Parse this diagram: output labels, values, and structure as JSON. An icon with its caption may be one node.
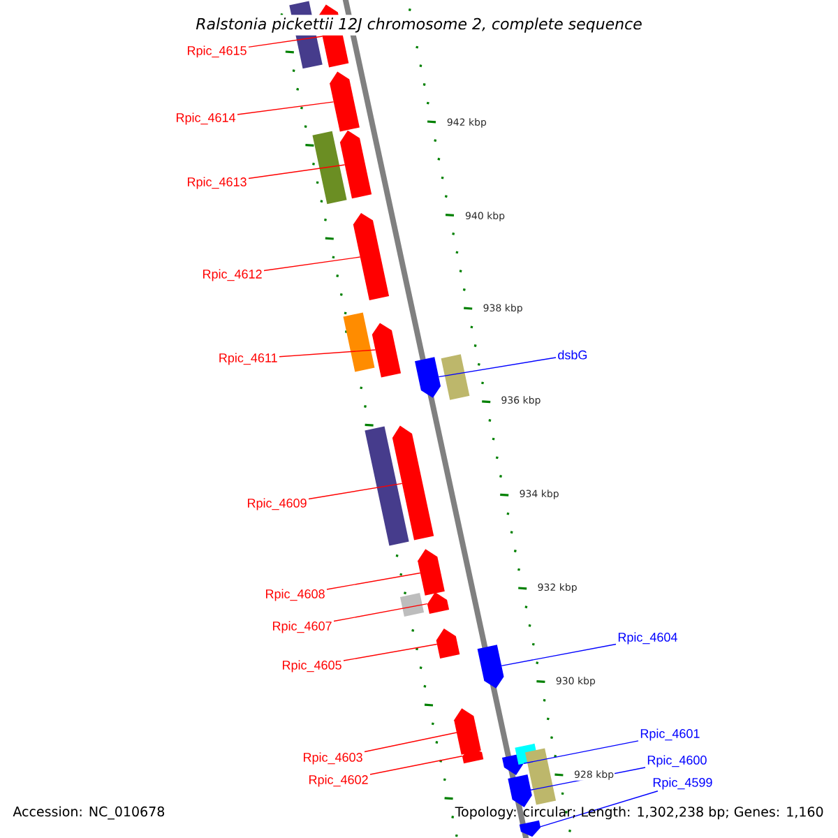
{
  "diagram": {
    "title": "Ralstonia pickettii 12J chromosome 2, complete sequence",
    "nodes": [
      {
        "text": [
          "Rpic_4615"
        ]
      },
      {
        "text": [],
        "shape": "arrow"
      },
      {
        "text": [
          "Rpic_4614"
        ]
      },
      {
        "text": [],
        "shape": "arrow"
      },
      {
        "text": [
          "Rpic_4613"
        ]
      },
      {
        "text": [],
        "shape": "arrow"
      },
      {
        "text": [
          "Rpic_4612"
        ]
      },
      {
        "text": [],
        "shape": "arrow"
      },
      {
        "text": [
          "Rpic_4611"
        ]
      },
      {
        "text": [],
        "shape": "arrow"
      },
      {
        "text": [
          "dsbG"
        ]
      },
      {
        "text": [],
        "shape": "arrow"
      },
      {
        "text": [
          "Rpic_4609"
        ]
      },
      {
        "text": [],
        "shape": "arrow"
      },
      {
        "text": [
          "Rpic_4608"
        ]
      },
      {
        "text": [],
        "shape": "arrow"
      },
      {
        "text": [
          "Rpic_4607"
        ]
      },
      {
        "text": [],
        "shape": "arrow"
      },
      {
        "text": [
          "Rpic_4605"
        ]
      },
      {
        "text": [],
        "shape": "arrow"
      },
      {
        "text": [
          "Rpic_4604"
        ]
      },
      {
        "text": [],
        "shape": "arrow"
      },
      {
        "text": [
          "Rpic_4603"
        ]
      },
      {
        "text": [],
        "shape": "arrow"
      },
      {
        "text": [
          "Rpic_4602"
        ]
      },
      {
        "text": [],
        "shape": "arrow"
      },
      {
        "text": [
          "Rpic_4601"
        ]
      },
      {
        "text": [],
        "shape": "arrow"
      },
      {
        "text": [
          "Rpic_4600"
        ]
      },
      {
        "text": [],
        "shape": "arrow"
      },
      {
        "text": [
          "Rpic_4599"
        ]
      },
      {
        "text": [],
        "shape": "arrow"
      },
      {
        "text": [],
        "shape": "bar"
      },
      {
        "text": [],
        "shape": "bar"
      },
      {
        "text": [],
        "shape": "bar"
      },
      {
        "text": [],
        "shape": "bar"
      },
      {
        "text": [],
        "shape": "bar"
      },
      {
        "text": [],
        "shape": "bar"
      },
      {
        "text": [],
        "shape": "bar"
      },
      {
        "text": [],
        "shape": "bar"
      }
    ],
    "edges": [
      {
        "from": 0,
        "to": 1,
        "arrow": "none"
      },
      {
        "from": 2,
        "to": 3,
        "arrow": "none"
      },
      {
        "from": 4,
        "to": 5,
        "arrow": "none"
      },
      {
        "from": 6,
        "to": 7,
        "arrow": "none"
      },
      {
        "from": 8,
        "to": 9,
        "arrow": "none"
      },
      {
        "from": 10,
        "to": 11,
        "arrow": "none",
        "color": "#0000ff"
      },
      {
        "from": 12,
        "to": 13,
        "arrow": "none"
      },
      {
        "from": 14,
        "to": 15,
        "arrow": "none"
      },
      {
        "from": 16,
        "to": 17,
        "arrow": "none"
      },
      {
        "from": 18,
        "to": 19,
        "arrow": "none"
      },
      {
        "from": 20,
        "to": 21,
        "arrow": "none",
        "color": "#0000ff"
      },
      {
        "from": 22,
        "to": 23,
        "arrow": "none"
      },
      {
        "from": 24,
        "to": 25,
        "arrow": "none"
      },
      {
        "from": 26,
        "to": 27,
        "arrow": "none",
        "color": "#0000ff"
      },
      {
        "from": 28,
        "to": 29,
        "arrow": "none",
        "color": "#0000ff"
      },
      {
        "from": 30,
        "to": 31,
        "arrow": "none",
        "color": "#0000ff"
      }
    ],
    "labels": [
      "942 kbp",
      "940 kbp",
      "938 kbp",
      "936 kbp",
      "934 kbp",
      "932 kbp",
      "930 kbp",
      "928 kbp",
      "Accession: NC_010678",
      "Topology: circular; Length: 1,302,238 bp; Genes: 1,160"
    ]
  }
}
